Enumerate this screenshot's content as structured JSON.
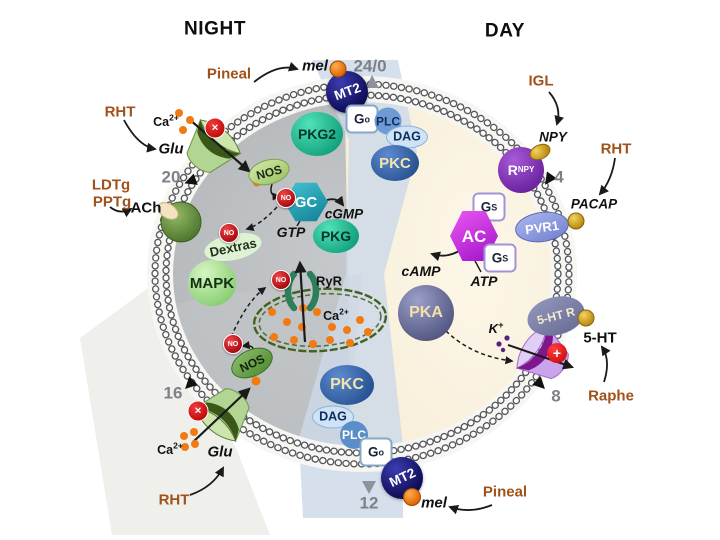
{
  "title": {
    "night": "NIGHT",
    "day": "DAY"
  },
  "clock": {
    "t0": "24/0",
    "t4": "4",
    "t8": "8",
    "t12": "12",
    "t16": "16",
    "t20": "20"
  },
  "inputs": {
    "pineal_top": "Pineal",
    "pineal_bottom": "Pineal",
    "rht_top": "RHT",
    "rht_bottom": "RHT",
    "rht_right": "RHT",
    "ldtg": "LDTg",
    "pptg": "PPTg",
    "igl": "IGL",
    "raphe": "Raphe"
  },
  "ligands": {
    "mel_top": "mel",
    "mel_bottom": "mel",
    "glu_top": "Glu",
    "glu_bottom": "Glu",
    "ach": "ACh",
    "npy": "NPY",
    "pacap": "PACAP",
    "serotonin": "5-HT",
    "ca_base": "Ca",
    "ca_sup": "2+",
    "k_base": "K",
    "k_sup": "+"
  },
  "receptors": {
    "mt2_top": "MT2",
    "mt2_bottom": "MT2",
    "rnpy_base": "R",
    "rnpy_sub": "NPY",
    "pvr1": "PVR1",
    "serotonin_r": "5-HT R",
    "ryr": "RyR"
  },
  "signaling": {
    "pkg2": "PKG2",
    "pkg": "PKG",
    "gc": "GC",
    "mapk": "MAPK",
    "nos_top": "NOS",
    "nos_bottom": "NOS",
    "no": "NO",
    "dextras": "Dextras",
    "pkc_top": "PKC",
    "pkc_bottom": "PKC",
    "plc_top": "PLC",
    "plc_bottom": "PLC",
    "dag_top": "DAG",
    "dag_bottom": "DAG",
    "g_base": "G",
    "go_sub": "o",
    "gs_sub": "S",
    "ac": "AC",
    "pka": "PKA"
  },
  "metabolites": {
    "gtp": "GTP",
    "cgmp": "cGMP",
    "camp": "cAMP",
    "atp": "ATP"
  },
  "symbols": {
    "block": "✕",
    "plus": "+"
  },
  "colors": {
    "night_bg": "#b5b8bb",
    "day_bg": "#f9f1dd",
    "transition_band": "#cdd9e8",
    "input_label": "#a0521a",
    "clock_text": "#7d8086",
    "mt2_navy": "#1c1c74",
    "pkg_teal": "#1cbd97",
    "pkc_blue": "#3a6bad",
    "pka_slate": "#6d71a0",
    "ac_magenta": "#c32ad4",
    "rnpy_purple": "#8a35c0",
    "pvr1_periwinkle": "#8fa0e2",
    "serotonin_r_slate": "#7b7fa9",
    "no_red": "#c9161d",
    "nos_green": "#9cc76b",
    "mapk_green": "#a8e093",
    "er_outline": "#3f5d22",
    "ca_orange": "#f27a12",
    "gold": "#d9a817",
    "k_purple": "#5a2080"
  }
}
